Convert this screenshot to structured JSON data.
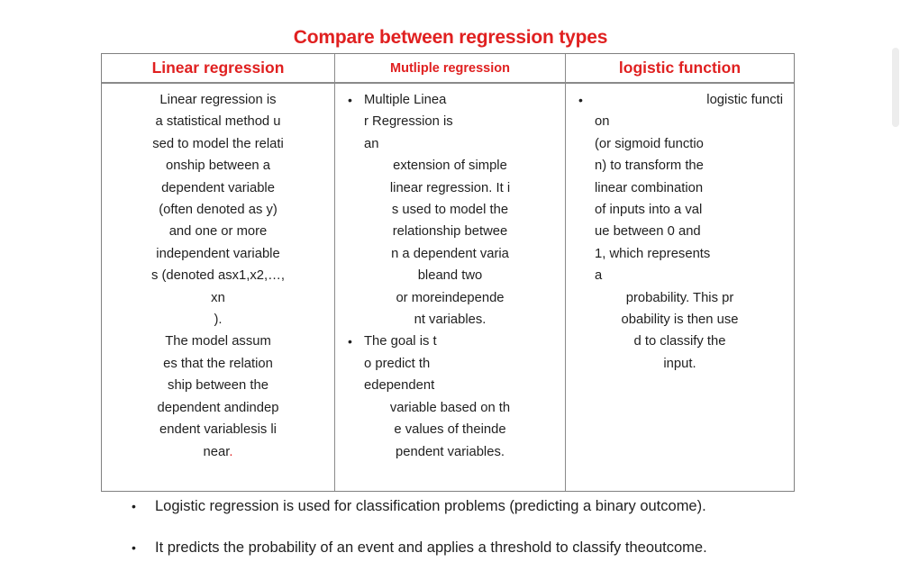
{
  "title": "Compare between regression types",
  "colors": {
    "accent_red": "#e02020",
    "text": "#1f1f1f",
    "border_gray": "#8a8a8a",
    "scrollbar_thumb": "#ededed"
  },
  "table": {
    "headers": [
      {
        "label": "Linear regression"
      },
      {
        "label": "Mutliple regression"
      },
      {
        "label": "logistic function"
      }
    ],
    "columns": [
      {
        "name": "linear-regression",
        "bulleted": false,
        "paragraphs": [
          "Linear regression is a statistical method used to model the relationship between a dependent variable (often denoted as y) and one or more independent variables (denoted asx1,x2,…, xn ).",
          "The model assumes that the relationship between the dependent andindependent variablesis linear."
        ],
        "lines": [
          "Linear regression is",
          "a statistical method u",
          "sed to model the relati",
          "onship between a",
          "dependent variable",
          "(often  denoted  as  y)",
          "and one or more",
          "independent variable",
          "s (denoted asx1,x2,…,",
          "xn",
          ").",
          "The model assum",
          "es that the relation",
          "ship between the",
          "dependent andindep",
          "endent variablesis li",
          "near."
        ],
        "trailing_red_period": true
      },
      {
        "name": "multiple-regression",
        "bulleted": true,
        "bullets": [
          {
            "lines": [
              "Multiple Linea",
              "r Regression is",
              "an",
              "extension of simple",
              "linear regression. It i",
              "s used to model the",
              "relationship betwee",
              "n a dependent varia",
              "bleand        two",
              "or  moreindepende",
              "nt variables."
            ],
            "text": "Multiple Linear Regression is an extension of simple linear regression. It is used to model the relationship between a dependent variable and two or more independent variables."
          },
          {
            "lines": [
              "The goal is t",
              "o predict th",
              "edependent",
              "variable based on th",
              "e values of theinde",
              "pendent variables."
            ],
            "text": "The goal is to predict the dependent variable based on the values of the independent variables."
          }
        ]
      },
      {
        "name": "logistic-function",
        "bulleted": true,
        "bullets": [
          {
            "lines": [
              "logistic functi",
              "on",
              "(or sigmoid functio",
              "n) to transform the",
              "linear combination",
              "of inputs into a val",
              "ue between 0 and",
              "1, which represents",
              "a",
              "probability. This pr",
              "obability is then use",
              "d to classify the",
              "input."
            ],
            "text": "logistic function (or sigmoid function) to transform the linear combination of inputs into a value between 0 and 1, which represents a probability. This probability is then used to classify the input."
          }
        ]
      }
    ]
  },
  "bottom_bullets": [
    "Logistic regression is used for classification problems (predicting a binary outcome).",
    "It predicts the probability of an event and applies a threshold to classify theoutcome."
  ],
  "icons": {
    "bullet": "•"
  }
}
